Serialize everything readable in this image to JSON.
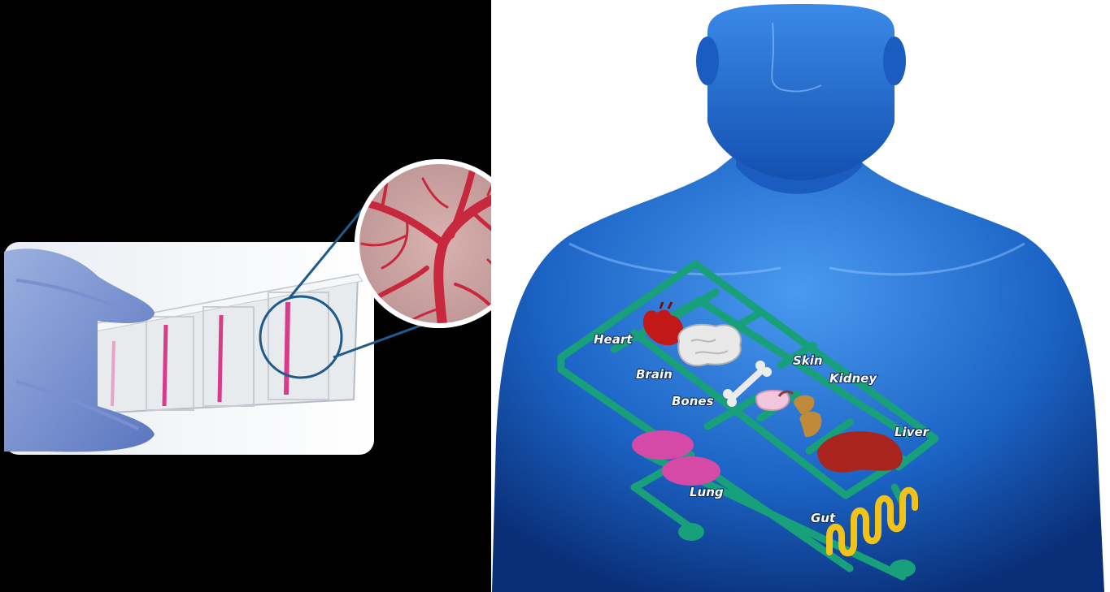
{
  "labels": {
    "heart": "Heart",
    "brain": "Brain",
    "bones": "Bones",
    "skin": "Skin",
    "kidney": "Kidney",
    "liver": "Liver",
    "lung": "Lung",
    "gut": "Gut"
  },
  "colors": {
    "body_blue": "#1b63c4",
    "channel_green": "#18a07a",
    "heart_red": "#c21818",
    "liver_red": "#a8241c",
    "lung_pink": "#d54aa6",
    "gut_yellow": "#f0c21a",
    "kidney_brown": "#c08a3a",
    "vessel_red": "#c8283e"
  }
}
